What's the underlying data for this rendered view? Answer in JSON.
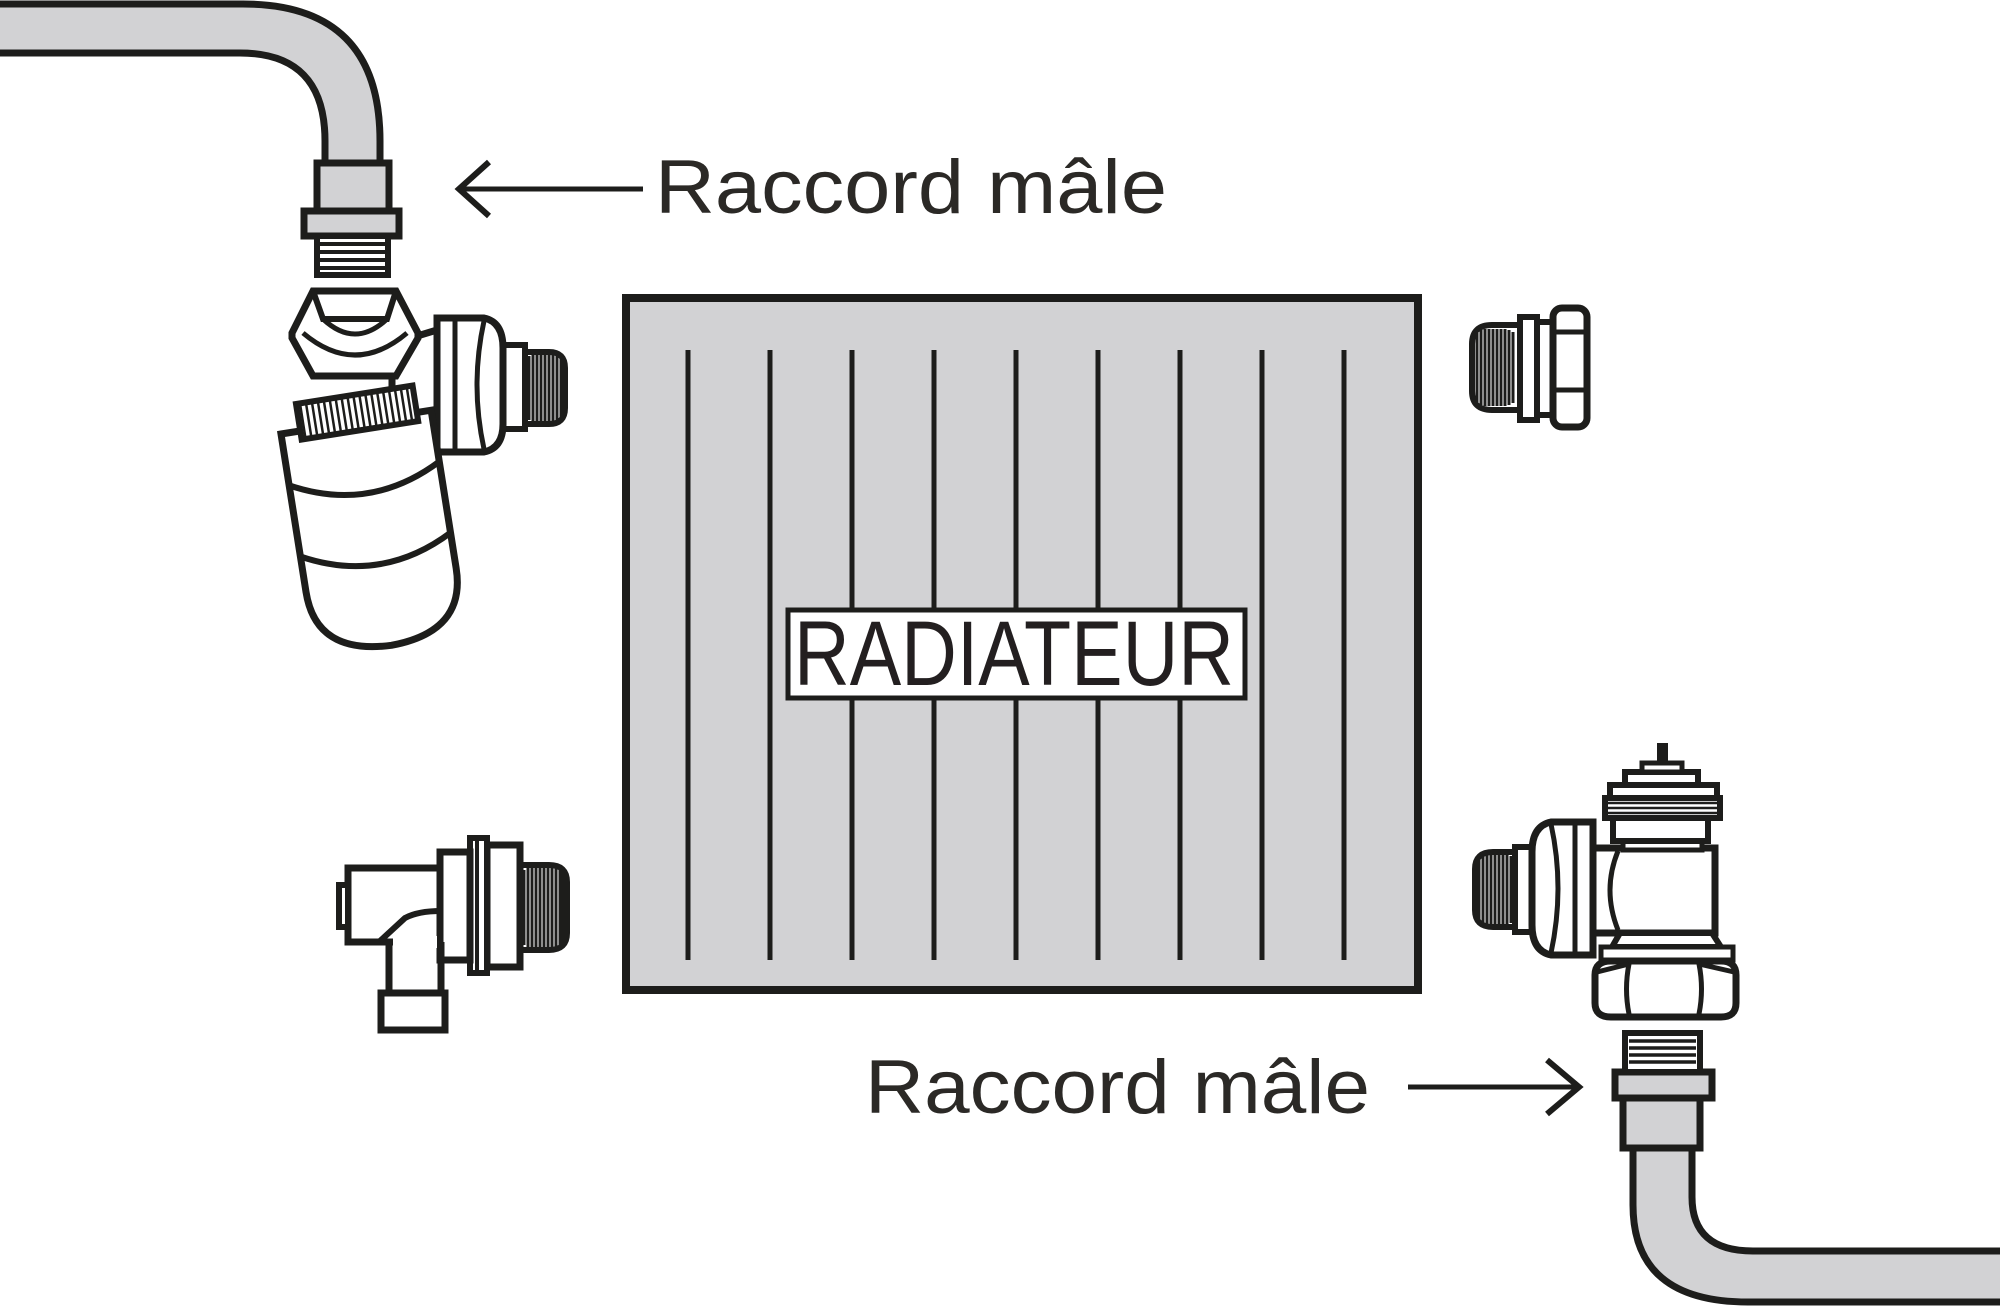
{
  "diagram": {
    "radiator": {
      "label": "RADIATEUR"
    },
    "annotations": {
      "top": {
        "text": "Raccord mâle",
        "arrow_direction": "left"
      },
      "bottom": {
        "text": "Raccord mâle",
        "arrow_direction": "right"
      }
    },
    "colors": {
      "line": "#1d1d1b",
      "pipe_gray": "#d2d2d4",
      "radiator_gray": "#d2d2d4",
      "label_box": "#ffffff",
      "text": "#2b2926",
      "background": "#ffffff"
    }
  }
}
